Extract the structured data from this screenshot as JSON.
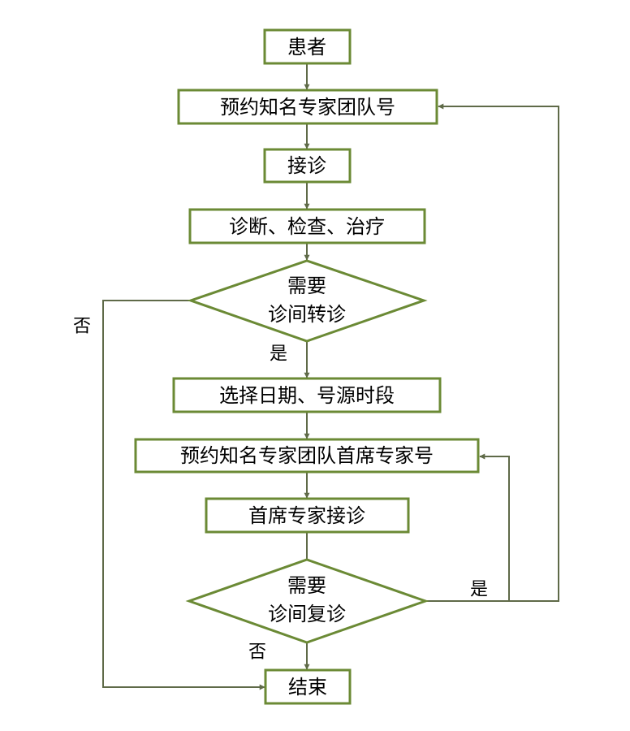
{
  "nodes": {
    "patient": "患者",
    "book_team": "预约知名专家团队号",
    "reception": "接诊",
    "diagnosis": "诊断、检查、治疗",
    "referral_line1": "需要",
    "referral_line2": "诊间转诊",
    "select_time": "选择日期、号源时段",
    "book_chief": "预约知名专家团队首席专家号",
    "chief_reception": "首席专家接诊",
    "revisit_line1": "需要",
    "revisit_line2": "诊间复诊",
    "end": "结束"
  },
  "edge_labels": {
    "referral_no": "否",
    "referral_yes": "是",
    "revisit_no": "否",
    "revisit_yes": "是"
  },
  "colors": {
    "box_border": "#6b8a35",
    "edge": "#5f6a48",
    "text": "#000000",
    "background": "#ffffff"
  }
}
